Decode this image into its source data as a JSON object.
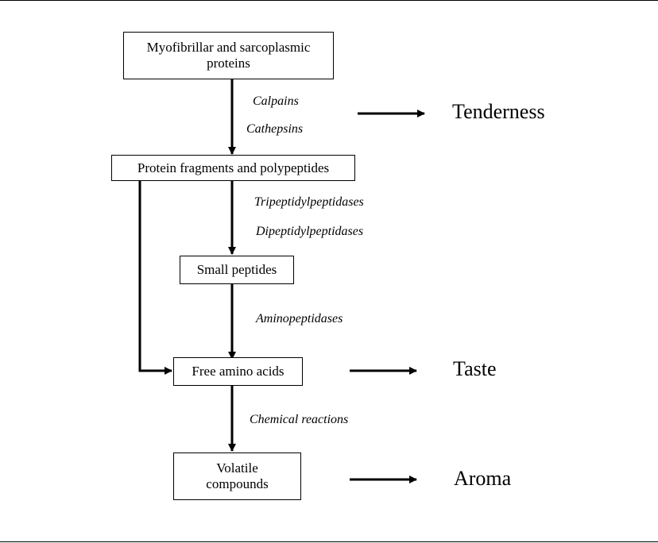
{
  "boxes": {
    "myofibrillar": "Myofibrillar and sarcoplasmic proteins",
    "fragments": "Protein fragments and polypeptides",
    "small_peptides": "Small peptides",
    "free_amino_acids": "Free amino acids",
    "volatile": "Volatile compounds"
  },
  "enzymes": {
    "calpains": "Calpains",
    "cathepsins": "Cathepsins",
    "tripeptidyl": "Tripeptidylpeptidases",
    "dipeptidyl": "Dipeptidylpeptidases",
    "aminopeptidases": "Aminopeptidases",
    "chemical": "Chemical reactions"
  },
  "outcomes": {
    "tenderness": "Tenderness",
    "taste": "Taste",
    "aroma": "Aroma"
  }
}
